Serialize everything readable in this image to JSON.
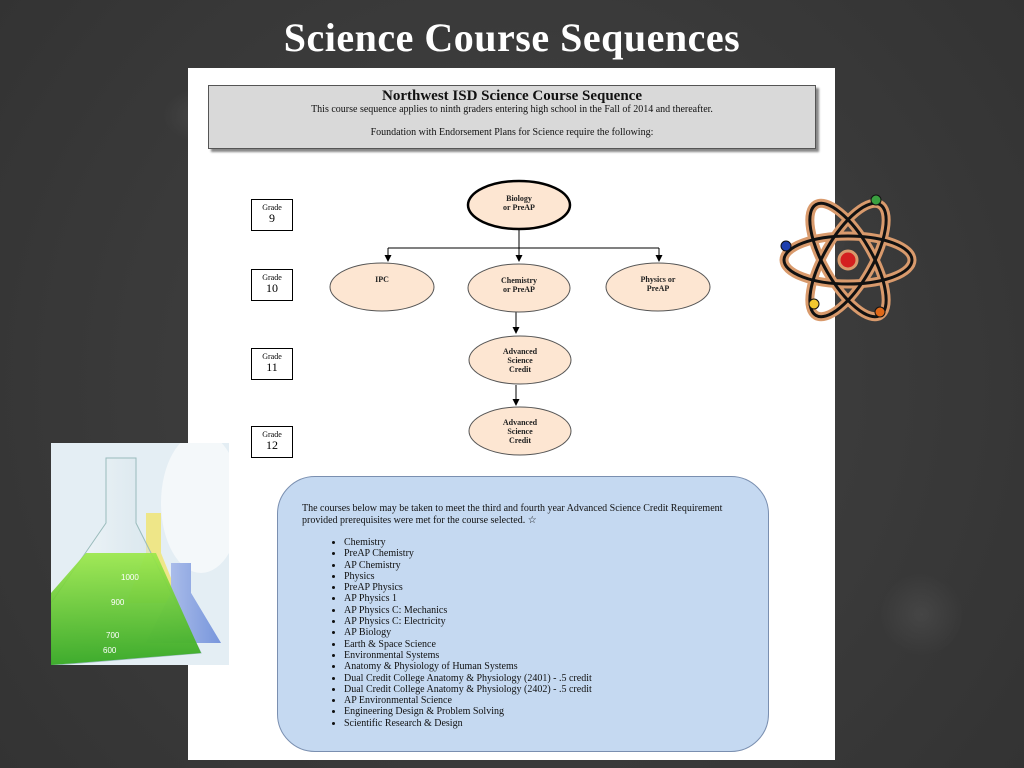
{
  "slide": {
    "title": "Science Course Sequences"
  },
  "document": {
    "header": {
      "title": "Northwest ISD Science Course Sequence",
      "subtitle": "This course sequence applies to ninth graders entering high school in the Fall of 2014 and thereafter.",
      "foundation": "Foundation with Endorsement Plans for Science require the following:"
    },
    "grades": [
      {
        "label": "Grade",
        "number": "9"
      },
      {
        "label": "Grade",
        "number": "10"
      },
      {
        "label": "Grade",
        "number": "11"
      },
      {
        "label": "Grade",
        "number": "12"
      }
    ],
    "nodes": {
      "biology": [
        "Biology",
        "or PreAP"
      ],
      "ipc": [
        "IPC"
      ],
      "chemistry": [
        "Chemistry",
        "or PreAP"
      ],
      "physics": [
        "Physics or",
        "PreAP"
      ],
      "adv1": [
        "Advanced",
        "Science",
        "Credit"
      ],
      "adv2": [
        "Advanced",
        "Science",
        "Credit"
      ]
    },
    "advanced_box": {
      "intro": "The courses below may be taken to meet the third and fourth year Advanced Science Credit Requirement provided prerequisites were met for the course selected. ☆",
      "courses": [
        "Chemistry",
        "PreAP Chemistry",
        "AP Chemistry",
        "Physics",
        "PreAP Physics",
        "AP Physics 1",
        "AP Physics C: Mechanics",
        "AP Physics C:  Electricity",
        "AP Biology",
        "Earth & Space Science",
        "Environmental Systems",
        "Anatomy & Physiology of Human Systems",
        "Dual Credit College Anatomy & Physiology (2401) - .5 credit",
        "Dual Credit College Anatomy & Physiology (2402) - .5 credit",
        "AP Environmental Science",
        "Engineering Design & Problem Solving",
        "Scientific Research & Design"
      ]
    }
  },
  "colors": {
    "node_fill": "#fde6d2",
    "info_fill": "#c5d9f1",
    "header_fill": "#d9d9d9"
  },
  "images": {
    "photo": "beakers-photo",
    "atom": "atom-icon"
  }
}
